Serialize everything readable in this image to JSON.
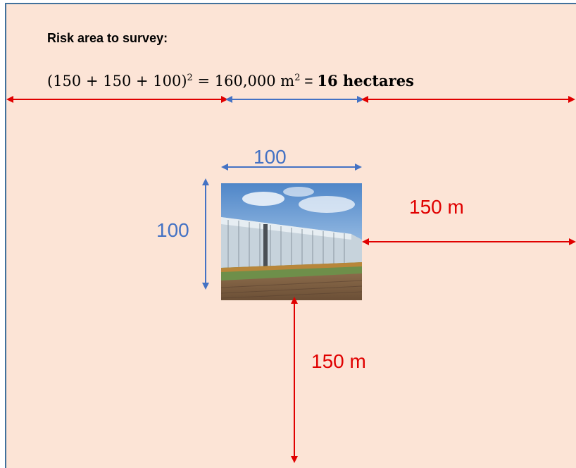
{
  "title": "Risk area to survey:",
  "equation": {
    "lhs_open": "(150 + 150 + 100)",
    "lhs_exp": "2",
    "equals": " = 160,000 m",
    "rhs_exp": "2",
    "eq2": " = ",
    "result": "16 hectares"
  },
  "labels": {
    "width": "100",
    "height": "100",
    "right_buffer": "150 m",
    "bottom_buffer": "150 m"
  },
  "colors": {
    "background": "#fce4d6",
    "border": "#41719c",
    "blue_arrow": "#4472c4",
    "red_arrow": "#e00000"
  },
  "image": {
    "subject": "greenhouse-photo"
  }
}
